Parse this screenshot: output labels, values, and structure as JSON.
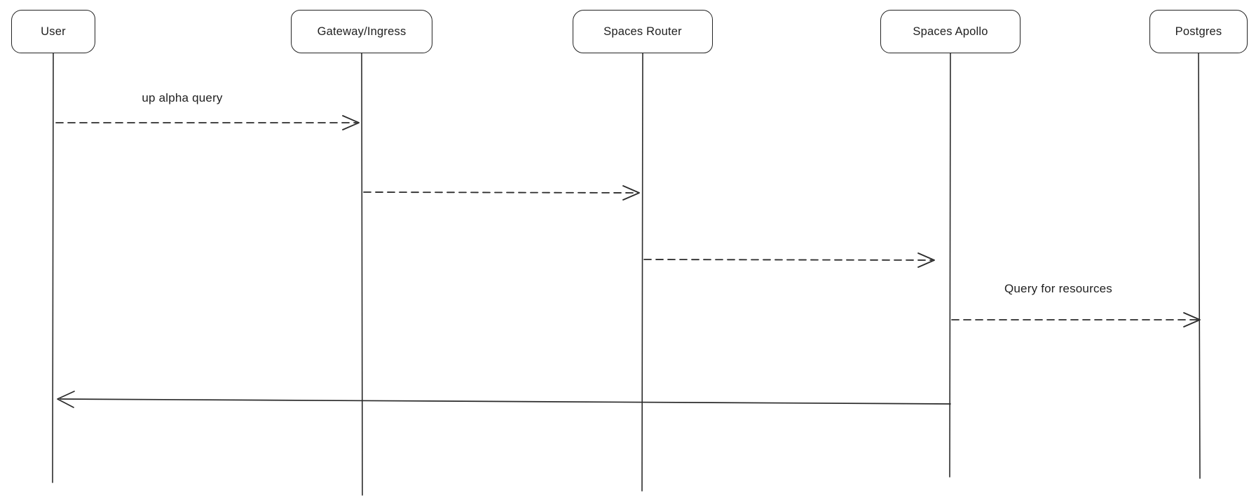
{
  "diagram": {
    "type": "sequence-diagram",
    "background_color": "#ffffff",
    "stroke_color": "#1e1e1e",
    "text_color": "#1f1f1f",
    "actors": [
      {
        "label": "User"
      },
      {
        "label": "Gateway/Ingress"
      },
      {
        "label": "Spaces Router"
      },
      {
        "label": "Spaces Apollo"
      },
      {
        "label": "Postgres"
      }
    ],
    "messages": [
      {
        "from": "User",
        "to": "Gateway/Ingress",
        "label": "up alpha query",
        "style": "dashed"
      },
      {
        "from": "Gateway/Ingress",
        "to": "Spaces Router",
        "label": "",
        "style": "dashed"
      },
      {
        "from": "Spaces Router",
        "to": "Spaces Apollo",
        "label": "",
        "style": "dashed"
      },
      {
        "from": "Spaces Apollo",
        "to": "Postgres",
        "label": "Query for resources",
        "style": "dashed"
      },
      {
        "from": "Spaces Apollo",
        "to": "User",
        "label": "",
        "style": "solid"
      }
    ]
  }
}
